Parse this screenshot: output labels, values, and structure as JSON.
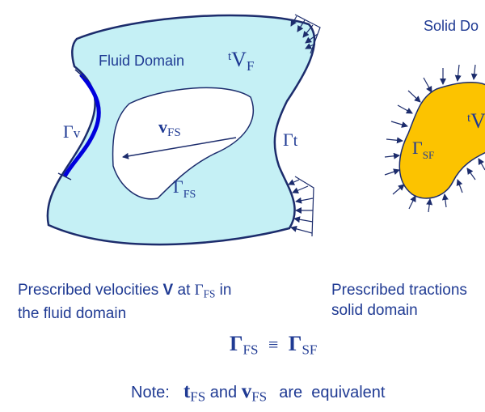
{
  "fluid": {
    "domain_label": "Fluid Domain",
    "volume_symbol": "V",
    "volume_superscript": "t",
    "volume_subscript": "F",
    "gamma_v_symbol": "Γ",
    "gamma_v_suffix": "v",
    "gamma_t_symbol": "Γ",
    "gamma_t_suffix": "t",
    "vfs_symbol": "v",
    "vfs_subscript": "FS",
    "gamma_fs_symbol": "Γ",
    "gamma_fs_subscript": "FS"
  },
  "solid": {
    "domain_label": "Solid Do",
    "volume_superscript": "t",
    "volume_symbol": "V",
    "gamma_sf_symbol": "Γ",
    "gamma_sf_subscript": "SF"
  },
  "captions": {
    "left_line1_a": "Prescribed velocities ",
    "left_line1_bold": "V",
    "left_line1_b": " at ",
    "left_line1_gamma": "Γ",
    "left_line1_sub": "FS",
    "left_line1_c": " in",
    "left_line2": "the fluid domain",
    "right_line1": "Prescribed tractions",
    "right_line2": "solid domain"
  },
  "equation": {
    "lhs": "Γ",
    "lhs_sub": "FS",
    "op": "≡",
    "rhs": "Γ",
    "rhs_sub": "SF"
  },
  "note": {
    "prefix": "Note:",
    "t": "t",
    "t_sub": "FS",
    "and": "and",
    "v": "v",
    "v_sub": "FS",
    "suffix": "are  equivalent"
  },
  "colors": {
    "fluid_fill": "#c5f0f5",
    "solid_fill": "#fcc300",
    "text": "#1f3a93",
    "blue_boundary": "#0000dd",
    "outline": "#1c2c6c"
  }
}
